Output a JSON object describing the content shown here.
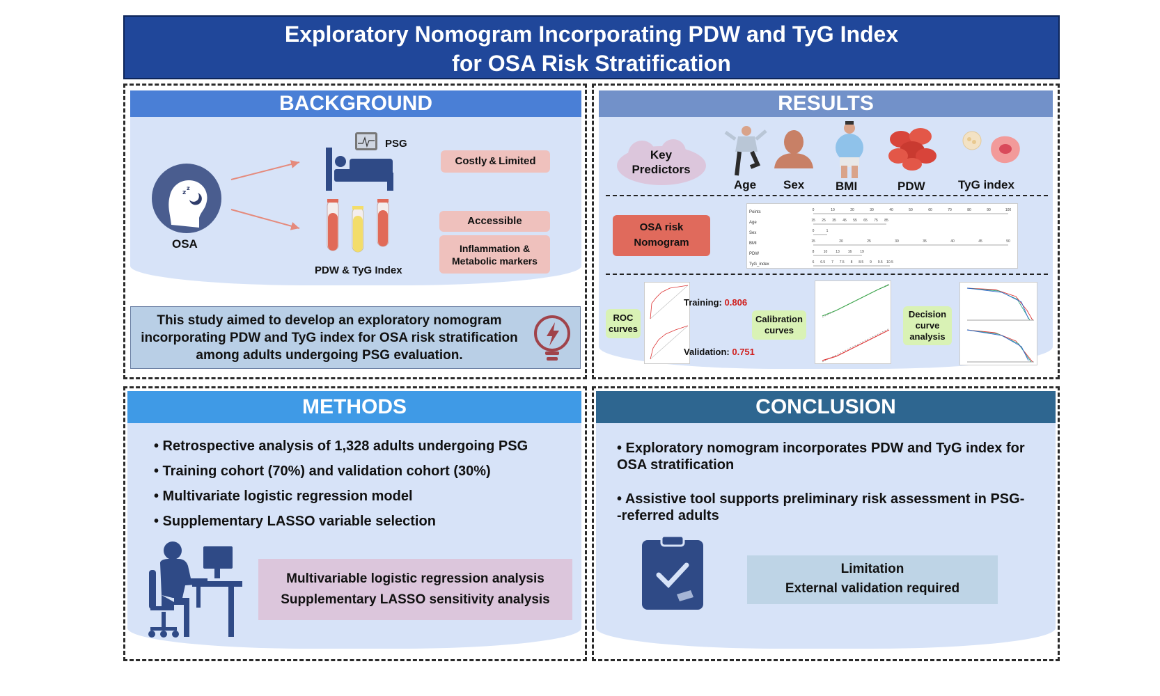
{
  "title": {
    "line1": "Exploratory Nomogram Incorporating PDW and TyG Index",
    "line2": "for OSA Risk Stratification"
  },
  "background": {
    "header": "BACKGROUND",
    "osa_label": "OSA",
    "psg_label": "PSG",
    "pdw_label": "PDW & TyG Index",
    "tag_costly": "Costly & Limited",
    "tag_accessible": "Accessible",
    "tag_markers": "Inflammation &\nMetabolic markers",
    "aim": "This study aimed to develop an exploratory nomogram incorporating PDW and TyG index for OSA risk stratification among adults undergoing PSG evaluation."
  },
  "results": {
    "header": "RESULTS",
    "key_predictors": "Key\nPredictors",
    "predictors": [
      "Age",
      "Sex",
      "BMI",
      "PDW",
      "TyG index"
    ],
    "nomogram_label": "OSA risk\nNomogram",
    "nomogram_rows": [
      "Points",
      "Age",
      "Sex",
      "BMI",
      "PDW",
      "TyG_index"
    ],
    "nomogram_ticks": {
      "points": [
        "0",
        "10",
        "20",
        "30",
        "40",
        "50",
        "60",
        "70",
        "80",
        "90",
        "100"
      ],
      "age": [
        "15",
        "25",
        "35",
        "45",
        "55",
        "65",
        "75",
        "85"
      ],
      "sex": [
        "0",
        "1"
      ],
      "bmi": [
        "15",
        "20",
        "25",
        "30",
        "35",
        "40",
        "45",
        "50"
      ],
      "pdw": [
        "8",
        "10",
        "13",
        "16",
        "19"
      ],
      "tyg": [
        "6",
        "6.5",
        "7",
        "7.5",
        "8",
        "8.5",
        "9",
        "9.5",
        "10.5"
      ]
    },
    "roc_label": "ROC\ncurves",
    "training_label": "Training:",
    "training_value": "0.806",
    "validation_label": "Validation:",
    "validation_value": "0.751",
    "calibration_label": "Calibration\ncurves",
    "dca_label": "Decision\ncurve\nanalysis"
  },
  "methods": {
    "header": "METHODS",
    "bullets": [
      "• Retrospective analysis of 1,328 adults undergoing PSG",
      "• Training cohort (70%) and validation cohort (30%)",
      "•  Multivariate logistic regression  model",
      "•  Supplementary LASSO variable selection"
    ],
    "box_line1": "Multivariable logistic regression analysis",
    "box_line2": "Supplementary LASSO sensitivity  analysis"
  },
  "conclusion": {
    "header": "CONCLUSION",
    "bullet1": "• Exploratory nomogram incorporates PDW and TyG index for\n  OSA stratification",
    "bullet2": "• Assistive tool supports preliminary risk assessment in PSG-\n  -referred adults",
    "limitation_title": "Limitation",
    "limitation_text": "External validation required"
  },
  "colors": {
    "title_bg": "#20479a",
    "background_header": "#4a7fd6",
    "results_header": "#7291c9",
    "methods_header": "#3f9ae6",
    "conclusion_header": "#2e6690",
    "panel_fill": "#d7e3f8",
    "pink_tag": "#efc1bd",
    "nomogram_red": "#e06a5c",
    "calib_green": "#d9f2b5",
    "lavender": "#dcc6dc",
    "icon_navy": "#2f4a86",
    "value_red": "#d0201e"
  }
}
